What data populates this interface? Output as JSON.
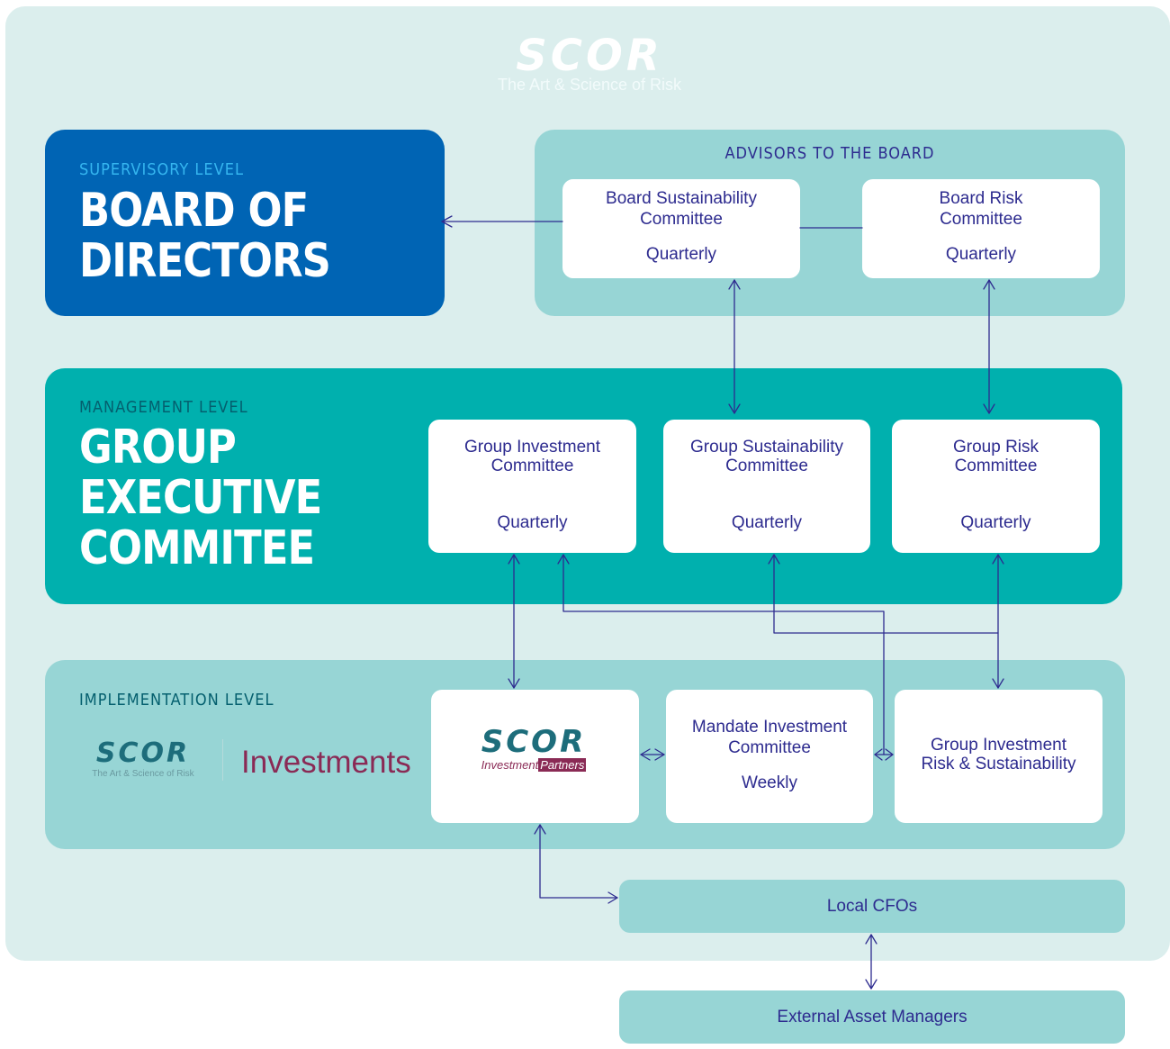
{
  "logo": {
    "wordmark": "SCOR",
    "tagline": "The Art & Science of Risk"
  },
  "supervisory": {
    "level_label": "SUPERVISORY LEVEL",
    "title_line1": "BOARD OF",
    "title_line2": "DIRECTORS"
  },
  "advisors": {
    "heading": "ADVISORS TO THE BOARD",
    "committees": [
      {
        "name_line1": "Board Sustainability",
        "name_line2": "Committee",
        "frequency": "Quarterly"
      },
      {
        "name_line1": "Board Risk",
        "name_line2": "Committee",
        "frequency": "Quarterly"
      }
    ]
  },
  "management": {
    "level_label": "MANAGEMENT LEVEL",
    "title_line1": "GROUP",
    "title_line2": "EXECUTIVE",
    "title_line3": "COMMITEE",
    "committees": [
      {
        "name_line1": "Group Investment",
        "name_line2": "Committee",
        "frequency": "Quarterly"
      },
      {
        "name_line1": "Group Sustainability",
        "name_line2": "Committee",
        "frequency": "Quarterly"
      },
      {
        "name_line1": "Group Risk",
        "name_line2": "Committee",
        "frequency": "Quarterly"
      }
    ]
  },
  "implementation": {
    "level_label": "IMPLEMENTATION LEVEL",
    "logo_wordmark": "SCOR",
    "logo_tagline": "The Art & Science of Risk",
    "logo_suffix": "Investments",
    "partners_logo": {
      "wordmark": "SCOR",
      "sub_left": "Investment",
      "sub_right": "Partners"
    },
    "mandate": {
      "name_line1": "Mandate Investment",
      "name_line2": "Committee",
      "frequency": "Weekly"
    },
    "risk_sustainability": {
      "name_line1": "Group Investment",
      "name_line2": "Risk & Sustainability"
    }
  },
  "local_cfos": {
    "label": "Local CFOs"
  },
  "external": {
    "label": "External Asset Managers"
  },
  "colors": {
    "board": "#0064b4",
    "management": "#00b0ae",
    "teal_light": "#97d5d5",
    "background": "#dbeeed",
    "connector": "#2d2b8f"
  }
}
